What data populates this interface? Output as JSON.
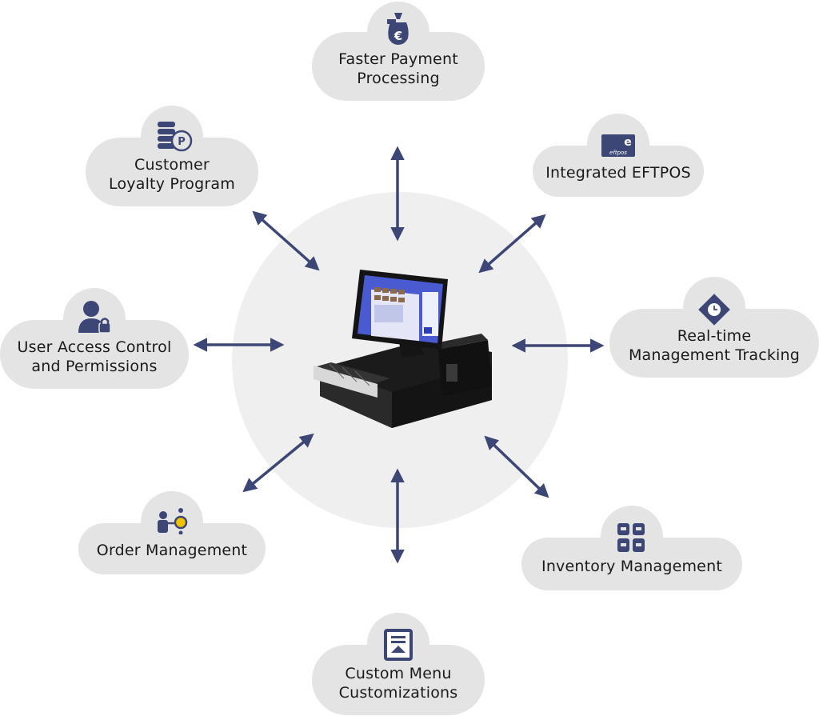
{
  "features": {
    "faster_payment": {
      "line1": "Faster Payment",
      "line2": "Processing"
    },
    "loyalty": {
      "line1": "Customer",
      "line2": "Loyalty Program"
    },
    "eftpos": {
      "line1": "Integrated EFTPOS",
      "icon_text": "eftpos"
    },
    "user_access": {
      "line1": "User Access Control",
      "line2": "and Permissions"
    },
    "realtime": {
      "line1": "Real-time",
      "line2": "Management Tracking"
    },
    "order": {
      "line1": "Order Management"
    },
    "inventory": {
      "line1": "Inventory Management"
    },
    "menu": {
      "line1": "Custom Menu",
      "line2": "Customizations"
    }
  },
  "colors": {
    "accent": "#3d4776",
    "bubble": "#e4e4e4",
    "disc": "#efefef",
    "highlight": "#f2c200"
  },
  "icons": [
    "money-bag-euro-icon",
    "coins-points-icon",
    "eftpos-card-icon",
    "user-lock-icon",
    "clock-icon",
    "order-flow-icon",
    "inventory-grid-icon",
    "menu-board-icon"
  ]
}
